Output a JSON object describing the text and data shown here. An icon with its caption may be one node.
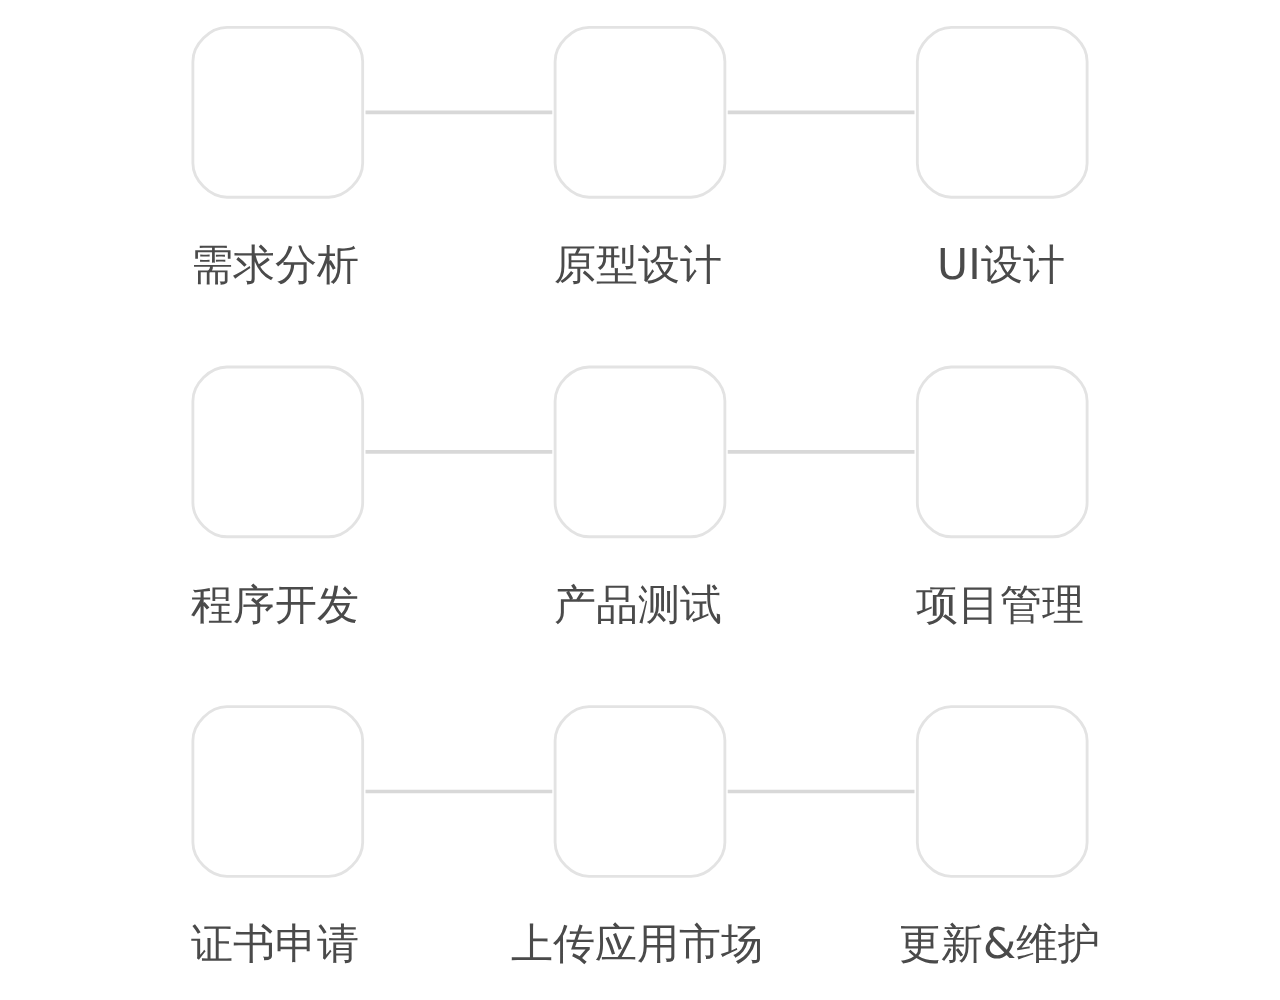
{
  "diagram": {
    "nodes": [
      {
        "text": [
          "需求分析"
        ]
      },
      {
        "text": [
          "原型设计"
        ]
      },
      {
        "text": [
          "UI设计"
        ]
      },
      {
        "text": [
          "程序开发"
        ]
      },
      {
        "text": [
          "产品测试"
        ]
      },
      {
        "text": [
          "项目管理"
        ]
      },
      {
        "text": [
          "证书申请"
        ]
      },
      {
        "text": [
          "上传应用市场"
        ]
      },
      {
        "text": [
          "更新&维护"
        ]
      }
    ],
    "edges": [
      {
        "from": 0,
        "to": 1,
        "arrow": "none"
      },
      {
        "from": 1,
        "to": 2,
        "arrow": "none"
      },
      {
        "from": 3,
        "to": 4,
        "arrow": "none"
      },
      {
        "from": 4,
        "to": 5,
        "arrow": "none"
      },
      {
        "from": 6,
        "to": 7,
        "arrow": "none"
      },
      {
        "from": 7,
        "to": 8,
        "arrow": "none"
      }
    ]
  }
}
